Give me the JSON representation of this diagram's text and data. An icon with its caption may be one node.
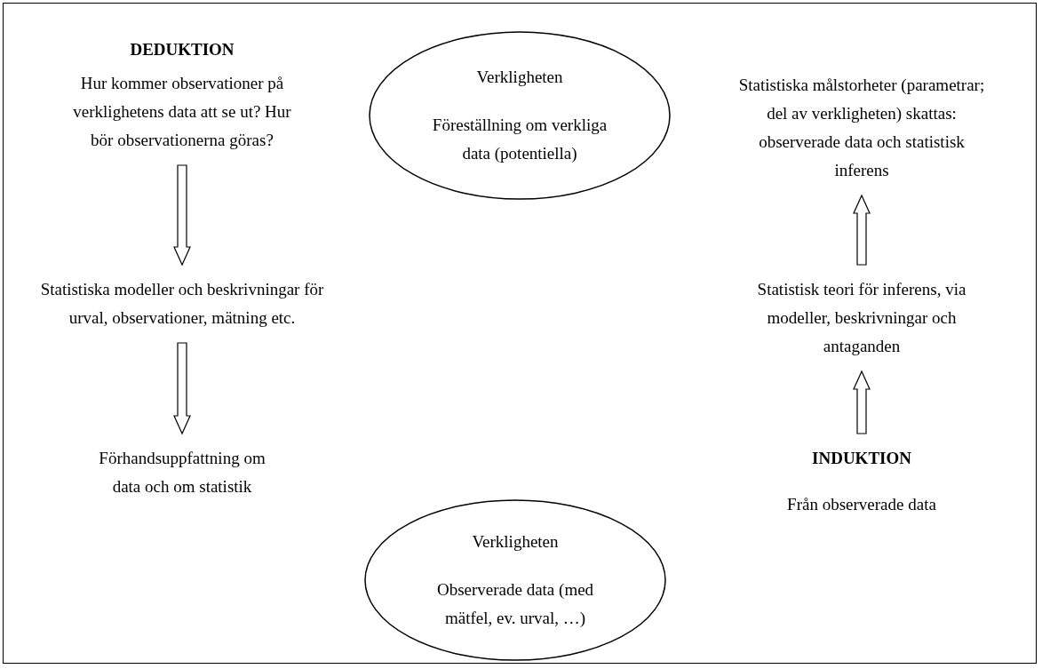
{
  "diagram": {
    "nodes": [
      {
        "text": [
          "DEDUKTION",
          "Hur kommer observationer på verklighetens data att se ut? Hur bör observationerna göras?"
        ]
      },
      {
        "text": [
          "Statistiska modeller och beskrivningar för urval, observationer, mätning etc."
        ]
      },
      {
        "text": [
          "Förhandsuppfattning om data och om statistik"
        ]
      },
      {
        "text": [
          "Verkligheten",
          "Föreställning om verkliga data (potentiella)"
        ]
      },
      {
        "text": [
          "Verkligheten",
          "Observerade data (med mätfel, ev. urval, …)"
        ]
      },
      {
        "text": [
          "Statistiska målstorheter (parametrar; del av verkligheten) skattas: observerade data och statistisk inferens"
        ]
      },
      {
        "text": [
          "Statistisk teori för inferens, via modeller, beskrivningar och antaganden"
        ]
      },
      {
        "text": [
          "INDUKTION",
          "Från observerade data"
        ]
      }
    ],
    "edges": [
      {
        "from": 0,
        "to": 1,
        "arrow": "to"
      },
      {
        "from": 1,
        "to": 2,
        "arrow": "to"
      },
      {
        "from": 7,
        "to": 6,
        "arrow": "to"
      },
      {
        "from": 6,
        "to": 5,
        "arrow": "to"
      }
    ]
  }
}
